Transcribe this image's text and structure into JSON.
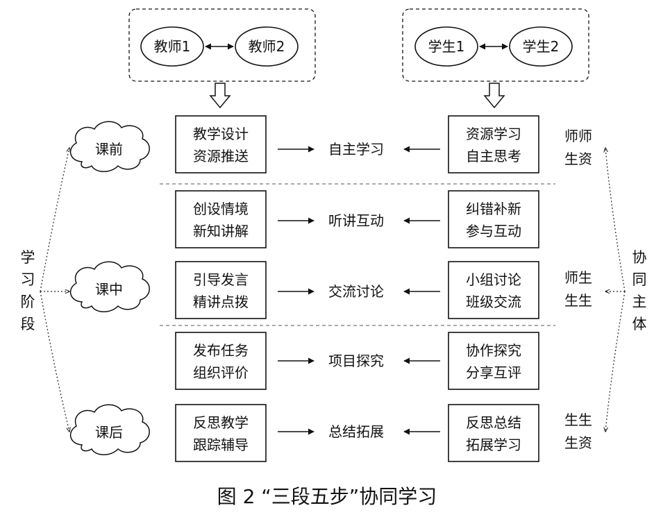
{
  "teachers": [
    "教师1",
    "教师2"
  ],
  "students": [
    "学生1",
    "学生2"
  ],
  "stages": [
    {
      "label": "课前",
      "interaction": [
        "师师",
        "生资"
      ]
    },
    {
      "label": "课中",
      "interaction": [
        "师生",
        "生生"
      ]
    },
    {
      "label": "课后",
      "interaction": [
        "生生",
        "生资"
      ]
    }
  ],
  "rows": [
    {
      "teacher": [
        "教学设计",
        "资源推送"
      ],
      "center": "自主学习",
      "student": [
        "资源学习",
        "自主思考"
      ]
    },
    {
      "teacher": [
        "创设情境",
        "新知讲解"
      ],
      "center": "听讲互动",
      "student": [
        "纠错补新",
        "参与互动"
      ]
    },
    {
      "teacher": [
        "引导发言",
        "精讲点拨"
      ],
      "center": "交流讨论",
      "student": [
        "小组讨论",
        "班级交流"
      ]
    },
    {
      "teacher": [
        "发布任务",
        "组织评价"
      ],
      "center": "项目探究",
      "student": [
        "协作探究",
        "分享互评"
      ]
    },
    {
      "teacher": [
        "反思教学",
        "跟踪辅导"
      ],
      "center": "总结拓展",
      "student": [
        "反思总结",
        "拓展学习"
      ]
    }
  ],
  "left_label": [
    "学",
    "习",
    "阶",
    "段"
  ],
  "right_label": [
    "协",
    "同",
    "主",
    "体"
  ],
  "caption": "图 2 “三段五步”协同学习"
}
